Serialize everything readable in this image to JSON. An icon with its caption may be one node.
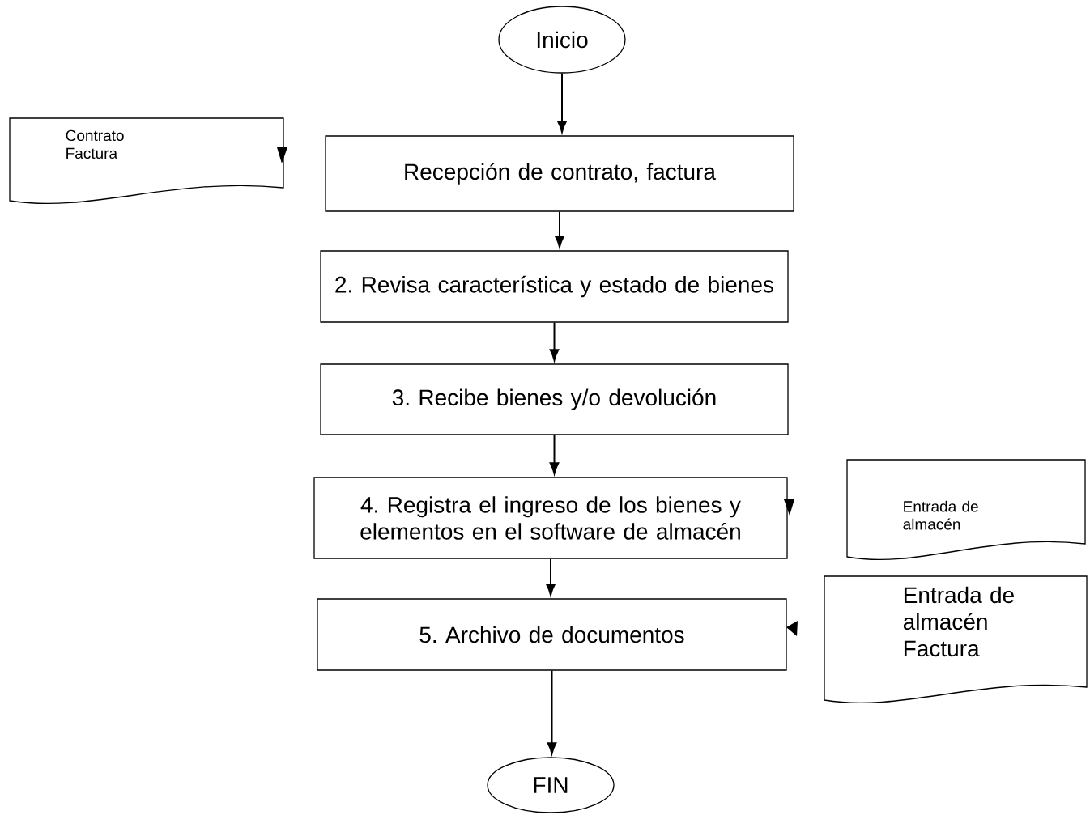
{
  "diagram": {
    "nodes": [
      {
        "text": [
          "Inicio"
        ]
      },
      {
        "text": [
          "Contrato Factura"
        ]
      },
      {
        "text": [
          "Recepción de contrato, factura"
        ]
      },
      {
        "text": [
          "2. Revisa característica y estado de bienes"
        ]
      },
      {
        "text": [
          "3. Recibe bienes y/o devolución"
        ]
      },
      {
        "text": [
          "4. Registra el ingreso de los bienes y elementos en el software de almacén"
        ]
      },
      {
        "text": [
          "Entrada de almacén"
        ]
      },
      {
        "text": [
          "5. Archivo de documentos"
        ]
      },
      {
        "text": [
          "Entrada de almacén Factura"
        ]
      },
      {
        "text": [
          "FIN"
        ]
      }
    ],
    "edges": [
      {
        "from": 0,
        "to": 2,
        "arrow": "to"
      },
      {
        "from": 2,
        "to": 3,
        "arrow": "to"
      },
      {
        "from": 3,
        "to": 4,
        "arrow": "to"
      },
      {
        "from": 4,
        "to": 5,
        "arrow": "to"
      },
      {
        "from": 5,
        "to": 7,
        "arrow": "to"
      },
      {
        "from": 7,
        "to": 9,
        "arrow": "to"
      }
    ]
  }
}
